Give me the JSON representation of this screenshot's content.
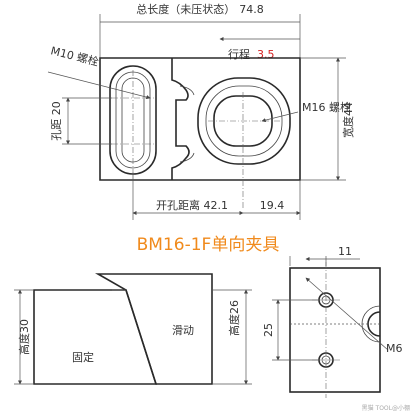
{
  "top_view": {
    "total_length_label": "总长度（未压状态）",
    "total_length_value": "74.8",
    "stroke_label": "行程",
    "stroke_value": "3.5",
    "m10_bolt": "M10 螺栓",
    "hole_distance": "孔距 20",
    "m16_bolt": "M16 螺栓",
    "width": "宽度44",
    "open_hole_distance": "开孔距离 42.1",
    "right_offset": "19.4"
  },
  "product_title": "BM16-1F单向夹具",
  "side_view": {
    "height30": "高度30",
    "fixed": "固定",
    "sliding": "滑动",
    "height26": "高度26"
  },
  "end_view": {
    "dim11": "11",
    "dim25": "25",
    "m6": "M6"
  },
  "watermark": "黑猫 TOOL@小棚",
  "colors": {
    "title": "#f08a1c",
    "stroke_value": "#d42020",
    "lines": "#2a2a2a"
  }
}
